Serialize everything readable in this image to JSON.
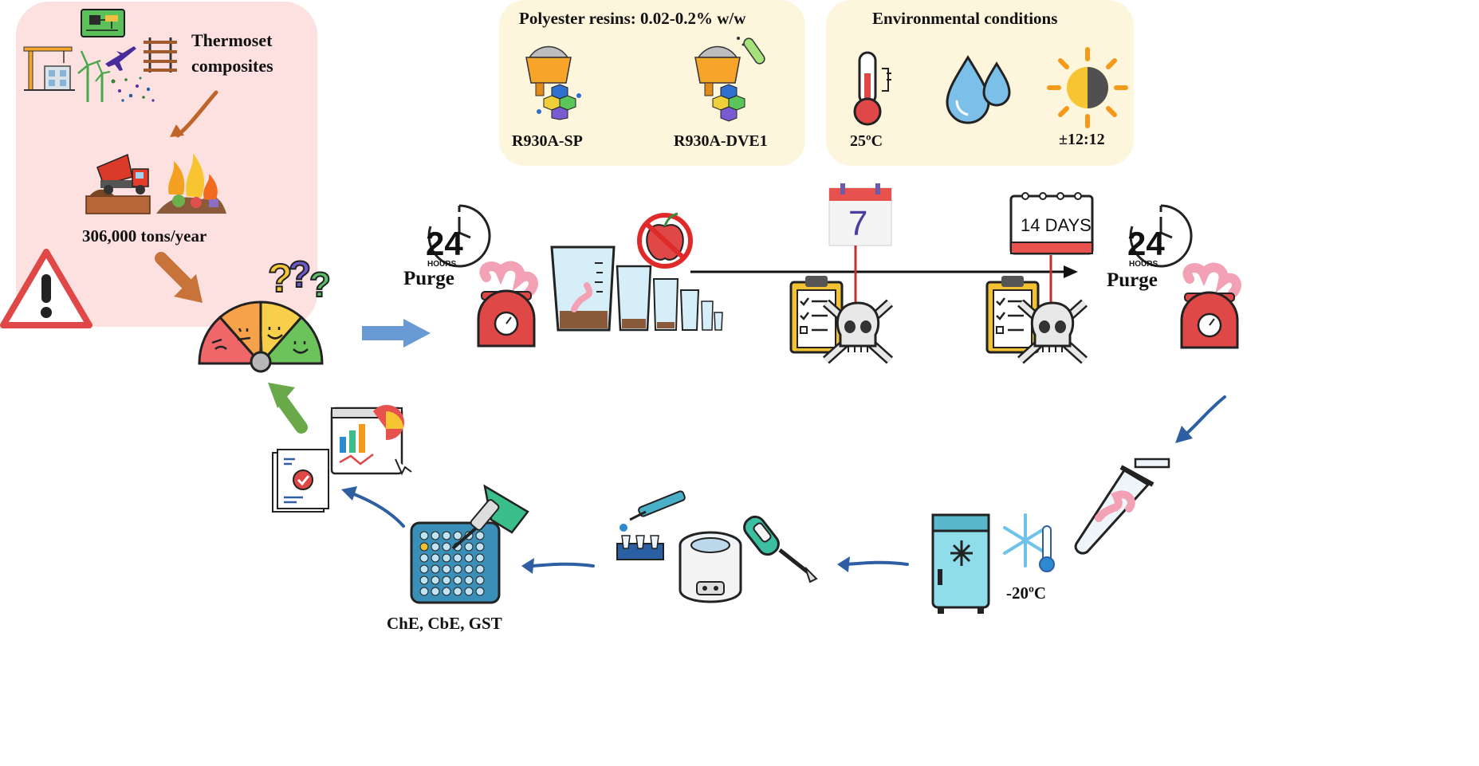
{
  "top_left": {
    "title_line1": "Thermoset",
    "title_line2": "composites",
    "waste_amount": "306,000 tons/year"
  },
  "resins": {
    "title": "Polyester resins: 0.02-0.2% w/w",
    "sample_a": "R930A-SP",
    "sample_b": "R930A-DVE1"
  },
  "environment": {
    "title": "Environmental conditions",
    "temperature": "25ºC",
    "photoperiod": "±12:12"
  },
  "timeline": {
    "purge_start_hours": "24",
    "purge_start_hours_caption": "HOURS",
    "purge_start_label": "Purge",
    "day7": "7",
    "day14": "14 DAYS",
    "purge_end_hours": "24",
    "purge_end_hours_caption": "HOURS",
    "purge_end_label": "Purge"
  },
  "storage": {
    "freezer_temp": "-20ºC"
  },
  "assays": {
    "label": "ChE, CbE, GST"
  },
  "colors": {
    "risk_panel": "#fde1e1",
    "info_panel": "#fdf5dc",
    "arrow_blue": "#2e5fa3",
    "arrow_brown": "#c0652a",
    "arrow_green": "#5a9a3a",
    "warning_red": "#e04848"
  }
}
